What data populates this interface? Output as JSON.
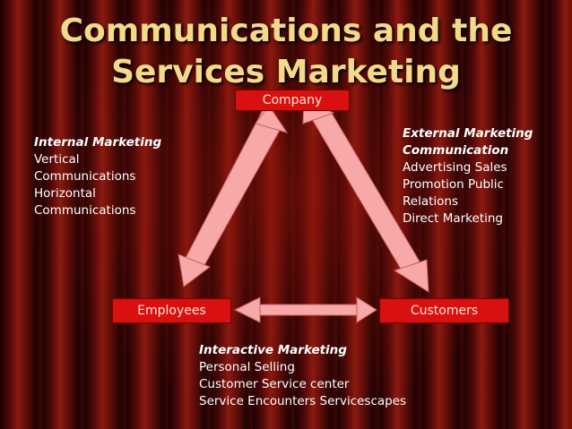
{
  "title": {
    "line1": "Communications and the",
    "line2": "Services Marketing"
  },
  "nodes": {
    "company": "Company",
    "employees": "Employees",
    "customers": "Customers"
  },
  "internal": {
    "head": "Internal Marketing",
    "lines": [
      "Vertical",
      "Communications",
      "Horizontal",
      "Communications"
    ]
  },
  "external": {
    "head_lines": [
      "External Marketing",
      "Communication"
    ],
    "lines": [
      "Advertising Sales",
      "Promotion Public",
      "Relations",
      "Direct Marketing"
    ]
  },
  "interactive": {
    "head": "Interactive Marketing",
    "lines": [
      "Personal Selling",
      "Customer Service center",
      "Service Encounters Servicescapes"
    ]
  },
  "colors": {
    "arrow": "#f7a8a8",
    "node_fill": "#d91010",
    "title": "#f3d98a"
  }
}
